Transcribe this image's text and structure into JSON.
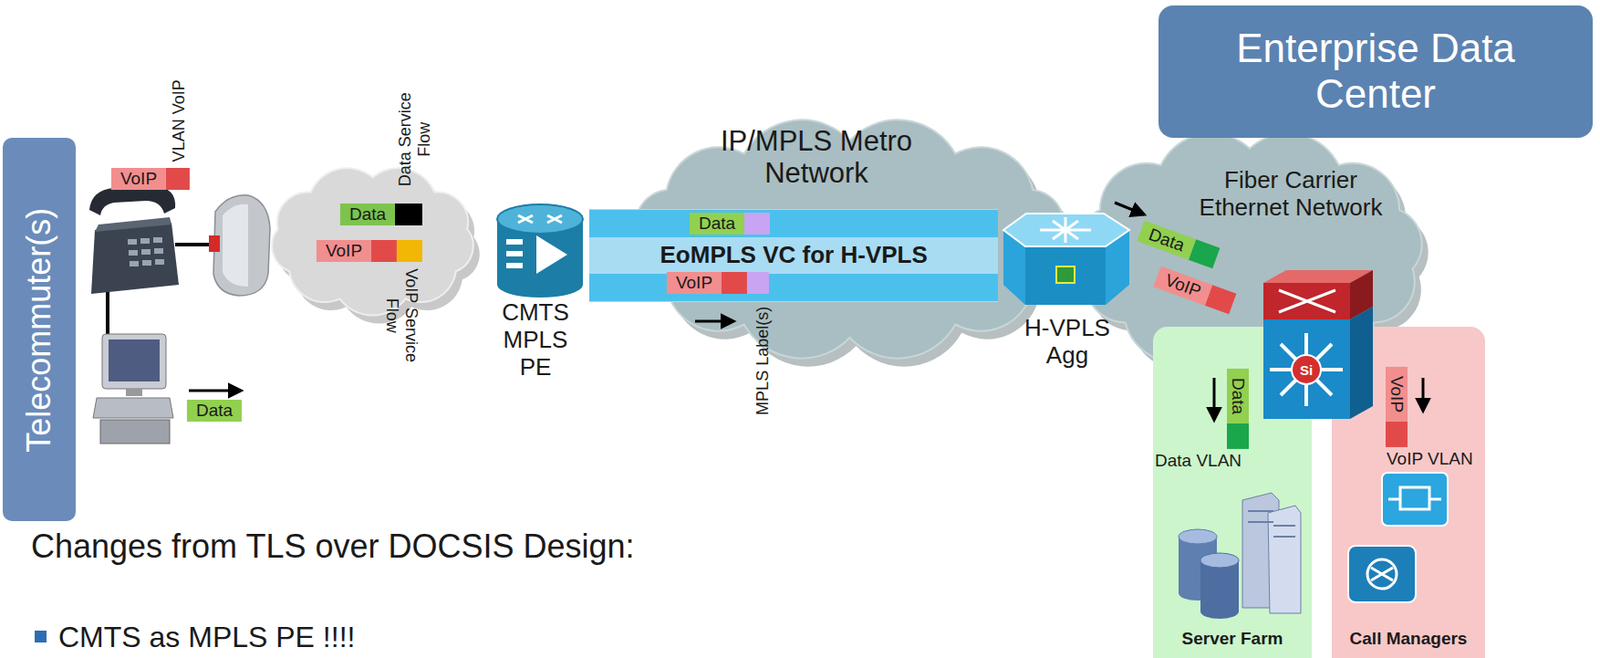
{
  "diagram": {
    "nodes": [
      {
        "text": [
          "Telecommuter(s)"
        ]
      },
      {
        "text": [
          "VoIP"
        ]
      },
      {
        "text": [
          "Data"
        ]
      },
      {
        "text": [
          "Data"
        ]
      },
      {
        "text": [
          "VoIP"
        ]
      },
      {
        "text": [
          "CMTS MPLS PE"
        ]
      },
      {
        "text": [
          "IP/MPLS Metro Network"
        ]
      },
      {
        "text": [
          "Data"
        ],
        "in": 6
      },
      {
        "text": [
          "VoIP"
        ],
        "in": 6
      },
      {
        "text": [
          "H-VPLS Agg"
        ]
      },
      {
        "text": [
          "Enterprise Data Center"
        ]
      },
      {
        "text": [
          "Fiber Carrier Ethernet Network"
        ]
      },
      {
        "text": [
          "Data"
        ],
        "in": 11
      },
      {
        "text": [
          "VoIP"
        ],
        "in": 11
      },
      {
        "text": [
          "Server Farm"
        ]
      },
      {
        "text": [
          "Data"
        ],
        "in": 14
      },
      {
        "text": [
          "Call Managers"
        ]
      },
      {
        "text": [
          "VoIP"
        ],
        "in": 16
      }
    ],
    "edges": [
      {
        "from": 5,
        "to": 9,
        "arrow": "none",
        "label": "EoMPLS VC for H-VPLS"
      }
    ],
    "labels": [
      "VLAN VoIP",
      "Data Service Flow",
      "VoIP Service Flow",
      "MPLS Label(s)",
      "Si",
      "Data VLAN",
      "VoIP VLAN",
      "Changes from TLS over DOCSIS Design:",
      "CMTS as MPLS PE !!!!"
    ]
  }
}
